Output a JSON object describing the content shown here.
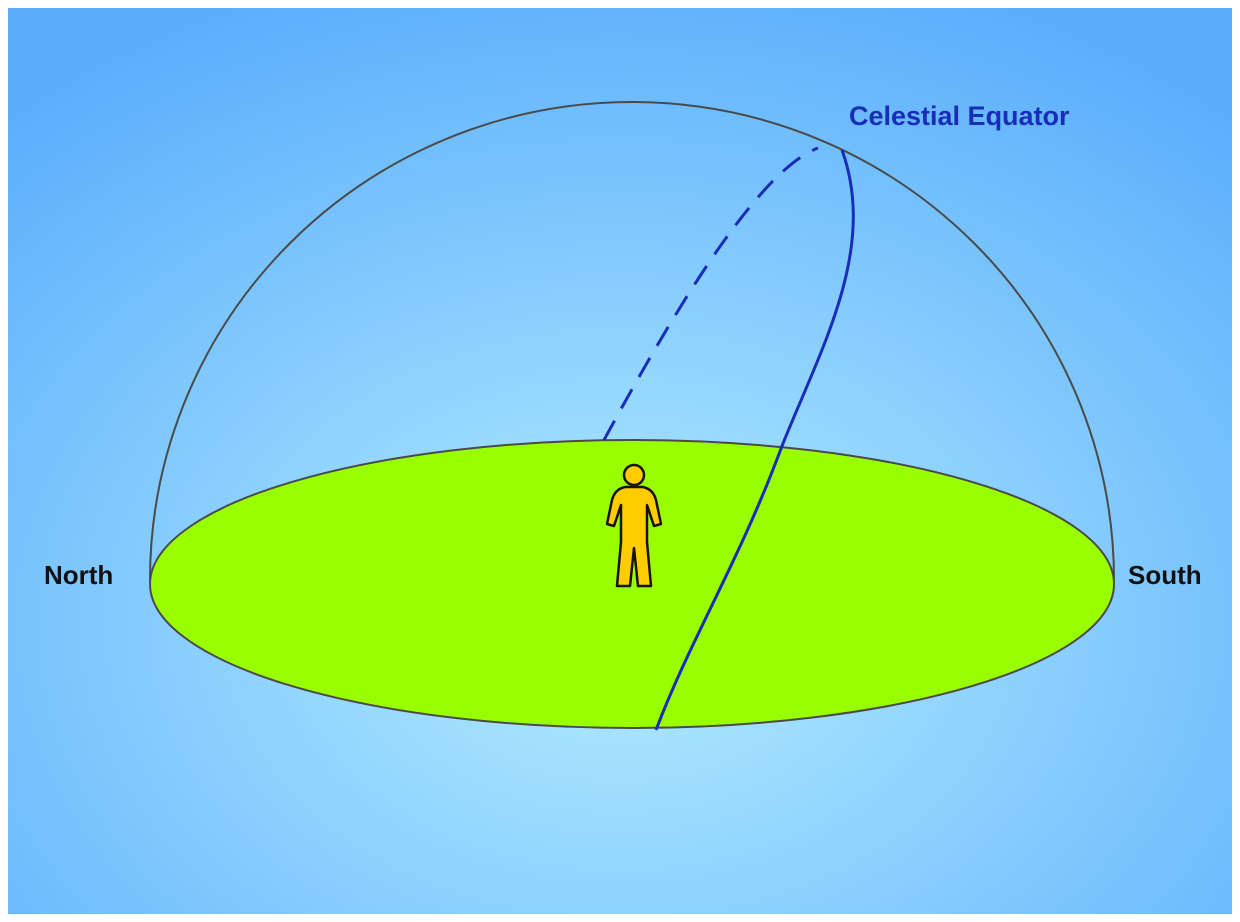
{
  "labels": {
    "equator": "Celestial Equator",
    "north": "North",
    "south": "South"
  },
  "colors": {
    "sky_center": "#b4ecff",
    "sky_edge": "#5aaefc",
    "ground": "#99ff00",
    "equator_line": "#1a2db8",
    "dome_outline": "#4a4a4a",
    "person_fill": "#ffcc00",
    "person_outline": "#1a1200",
    "cardinal_text": "#111111"
  }
}
